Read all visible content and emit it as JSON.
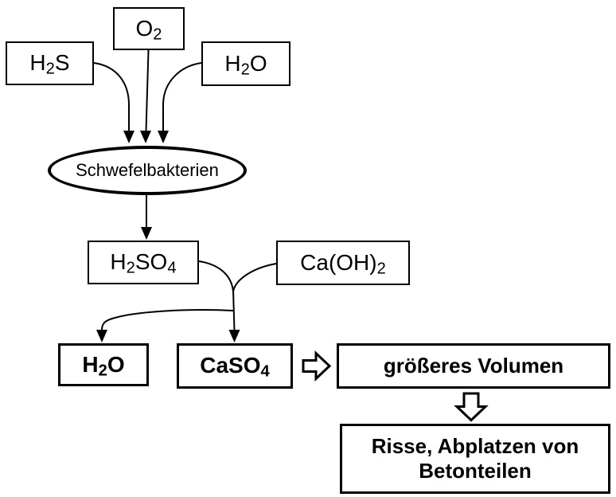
{
  "diagram": {
    "language": "de",
    "colors": {
      "line": "#000000",
      "node_fill": "#ffffff",
      "text": "#000000",
      "background": "#ffffff"
    },
    "nodes": {
      "h2s": {
        "segments": [
          {
            "text": "H"
          },
          {
            "text": "2",
            "sub": true
          },
          {
            "text": "S"
          }
        ]
      },
      "o2": {
        "segments": [
          {
            "text": "O"
          },
          {
            "text": "2",
            "sub": true
          }
        ]
      },
      "h2o_in": {
        "segments": [
          {
            "text": "H"
          },
          {
            "text": "2",
            "sub": true
          },
          {
            "text": "O"
          }
        ]
      },
      "bacteria": {
        "label": "Schwefelbakterien"
      },
      "h2so4": {
        "segments": [
          {
            "text": "H"
          },
          {
            "text": "2",
            "sub": true
          },
          {
            "text": "SO"
          },
          {
            "text": "4",
            "sub": true
          }
        ]
      },
      "caoh2": {
        "segments": [
          {
            "text": "Ca(OH)"
          },
          {
            "text": "2",
            "sub": true
          }
        ]
      },
      "h2o_out": {
        "segments": [
          {
            "text": "H"
          },
          {
            "text": "2",
            "sub": true
          },
          {
            "text": "O"
          }
        ]
      },
      "caso4": {
        "segments": [
          {
            "text": "CaSO"
          },
          {
            "text": "4",
            "sub": true
          }
        ]
      },
      "volume": {
        "label": "größeres Volumen"
      },
      "damage": {
        "line1": "Risse, Abplatzen von",
        "line2": "Betonteilen"
      }
    },
    "edges": [
      {
        "from": "h2s",
        "to": "bacteria",
        "style": "curved-arrow"
      },
      {
        "from": "o2",
        "to": "bacteria",
        "style": "straight-arrow"
      },
      {
        "from": "h2o_in",
        "to": "bacteria",
        "style": "curved-arrow"
      },
      {
        "from": "bacteria",
        "to": "h2so4",
        "style": "straight-arrow"
      },
      {
        "from": "h2so4",
        "to": "junction",
        "style": "curve"
      },
      {
        "from": "caoh2",
        "to": "junction",
        "style": "curve"
      },
      {
        "from": "junction",
        "to": "caso4",
        "style": "straight-arrow"
      },
      {
        "from": "junction",
        "to": "h2o_out",
        "style": "curved-arrow"
      },
      {
        "from": "caso4",
        "to": "volume",
        "style": "hollow-block-arrow-right"
      },
      {
        "from": "volume",
        "to": "damage",
        "style": "hollow-block-arrow-down"
      }
    ],
    "icons": {
      "right_block_arrow": "hollow-right-arrow",
      "down_block_arrow": "hollow-down-arrow"
    }
  }
}
